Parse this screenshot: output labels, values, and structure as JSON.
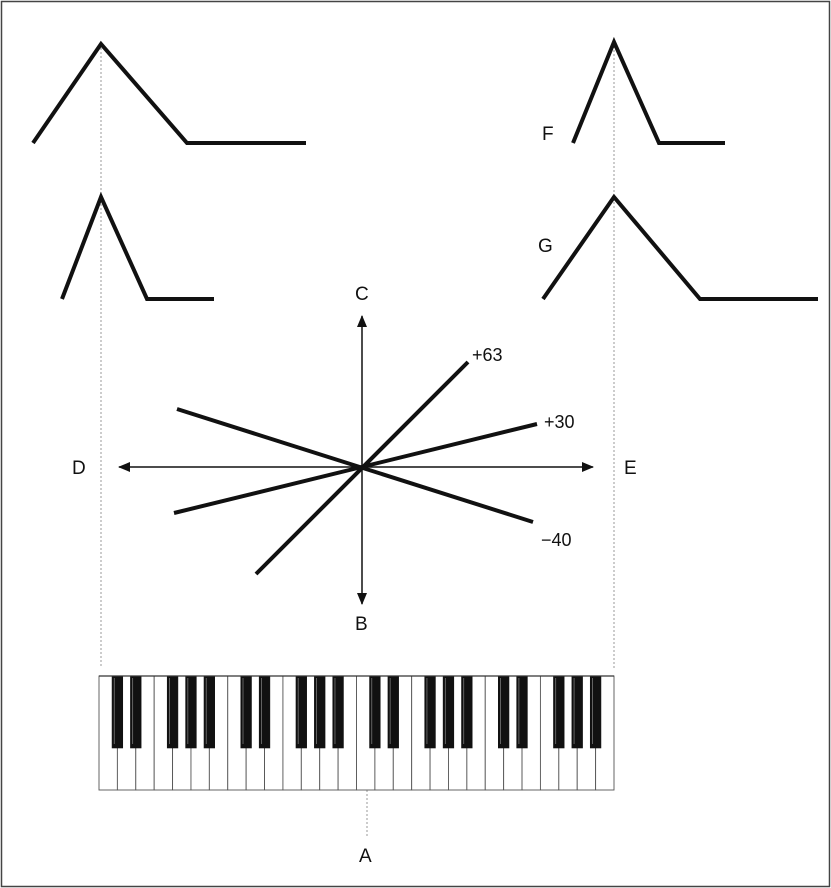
{
  "labels": {
    "a": "A",
    "b": "B",
    "c": "C",
    "d": "D",
    "e": "E",
    "f": "F",
    "g": "G"
  },
  "line_values": {
    "plus_63": "+63",
    "plus_30": "+30",
    "minus_40": "−40"
  },
  "colors": {
    "line": "#111111",
    "guide": "#999999",
    "frame": "#444444",
    "white_key": "#ffffff",
    "black_key": "#111111"
  }
}
